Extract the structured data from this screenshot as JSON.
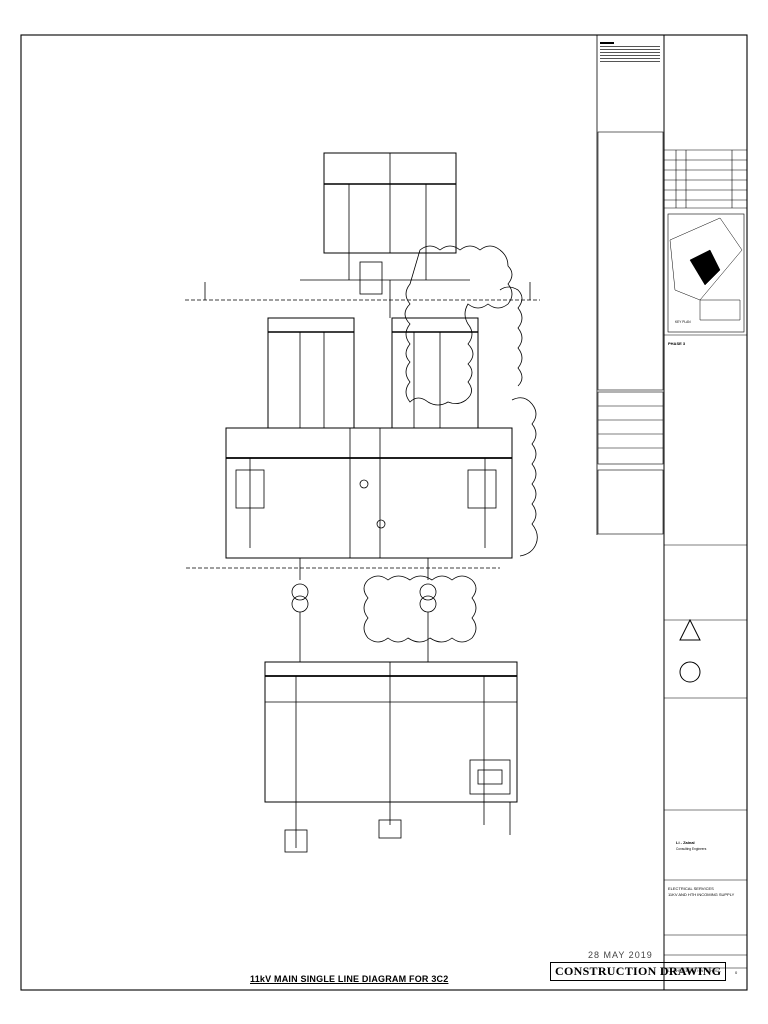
{
  "drawing": {
    "title": "11kV MAIN SINGLE LINE DIAGRAM FOR 3C2",
    "stamp_date": "28 MAY 2019",
    "stamp_text": "CONSTRUCTION DRAWING"
  },
  "titleblock": {
    "project_phase": "PHASE 3",
    "project_title": "ELECTRICAL SERVICES",
    "project_subtitle": "11KV AND HTH INCOMING SUPPLY",
    "consultant_name": "Li - Zainal",
    "consultant_sub": "Consulting Engineers",
    "drawing_no": "LZ / SHP3 / 3C2 / E / CN / SCH / 01",
    "revision": "0",
    "key_plan_label": "KEY PLAN"
  },
  "colors": {
    "line": "#000000",
    "paper": "#ffffff"
  }
}
